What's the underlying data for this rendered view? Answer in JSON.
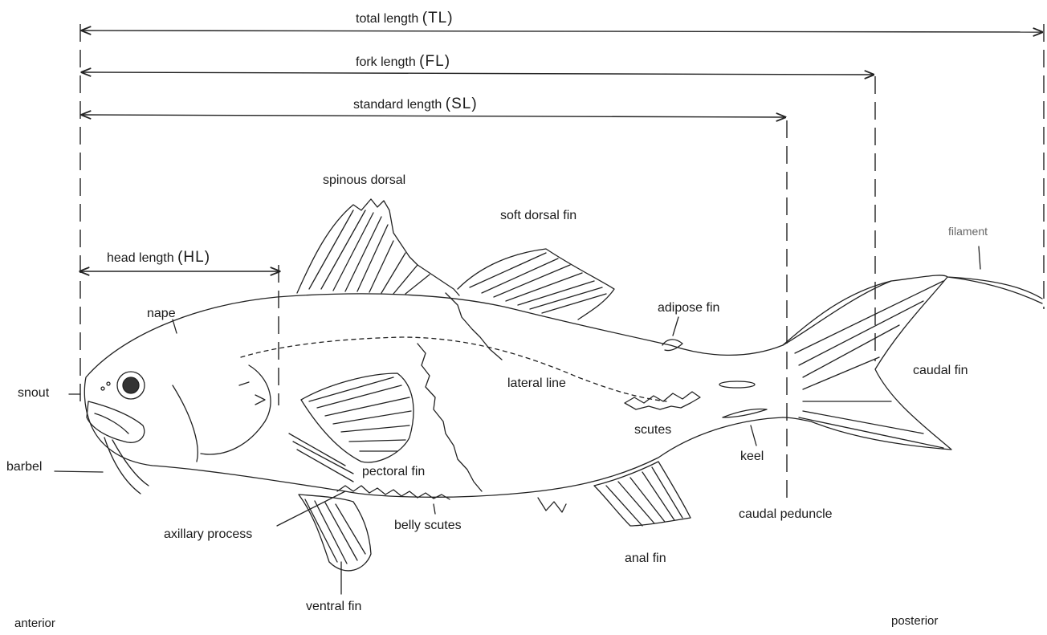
{
  "measurements": {
    "total_length": {
      "label": "total length",
      "abbr": "TL"
    },
    "fork_length": {
      "label": "fork length",
      "abbr": "FL"
    },
    "standard_length": {
      "label": "standard length",
      "abbr": "SL"
    },
    "head_length": {
      "label": "head length",
      "abbr": "HL"
    }
  },
  "labels": {
    "spinous_dorsal": "spinous dorsal",
    "soft_dorsal_fin": "soft dorsal fin",
    "filament": "filament",
    "nape": "nape",
    "adipose_fin": "adipose fin",
    "snout": "snout",
    "lateral_line": "lateral line",
    "caudal_fin": "caudal fin",
    "scutes": "scutes",
    "keel": "keel",
    "barbel": "barbel",
    "pectoral_fin": "pectoral fin",
    "caudal_peduncle": "caudal peduncle",
    "axillary_process": "axillary process",
    "belly_scutes": "belly scutes",
    "anal_fin": "anal fin",
    "ventral_fin": "ventral fin",
    "anterior": "anterior",
    "posterior": "posterior"
  }
}
